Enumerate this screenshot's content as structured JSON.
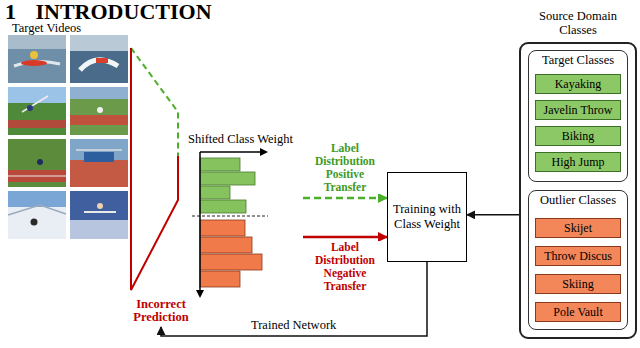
{
  "diagram": {
    "title": "1 INTRODUCTION",
    "nodes": [
      {
        "text": [
          "Incorrect Prediction"
        ]
      },
      {
        "text": [
          "Shifted Class Weight"
        ]
      },
      {
        "text": [
          "Training with Class Weight"
        ]
      },
      {
        "text": [
          "Source Domain Classes"
        ]
      },
      {
        "text": [
          "Target Classes"
        ],
        "in": 3
      },
      {
        "text": [
          "Kayaking"
        ],
        "in": 4
      },
      {
        "text": [
          "Javelin Throw"
        ],
        "in": 4
      },
      {
        "text": [
          "Biking"
        ],
        "in": 4
      },
      {
        "text": [
          "High Jump"
        ],
        "in": 4
      },
      {
        "text": [
          "Outlier Classes"
        ],
        "in": 3
      },
      {
        "text": [
          "Skijet"
        ],
        "in": 9
      },
      {
        "text": [
          "Throw Discus"
        ],
        "in": 9
      },
      {
        "text": [
          "Skiing"
        ],
        "in": 9
      },
      {
        "text": [
          "Pole Vault"
        ],
        "in": 9
      }
    ],
    "edges": [
      {
        "from": 1,
        "to": 2,
        "label": "Label Distribution Positive Transfer",
        "arrow": "to"
      },
      {
        "from": 1,
        "to": 2,
        "label": "Label Distribution Negative Transfer",
        "arrow": "to"
      },
      {
        "from": 3,
        "to": 2,
        "arrow": "to"
      },
      {
        "from": 2,
        "to": 0,
        "label": "Trained Network",
        "arrow": "to"
      }
    ],
    "labels": [
      "Target Videos"
    ]
  }
}
